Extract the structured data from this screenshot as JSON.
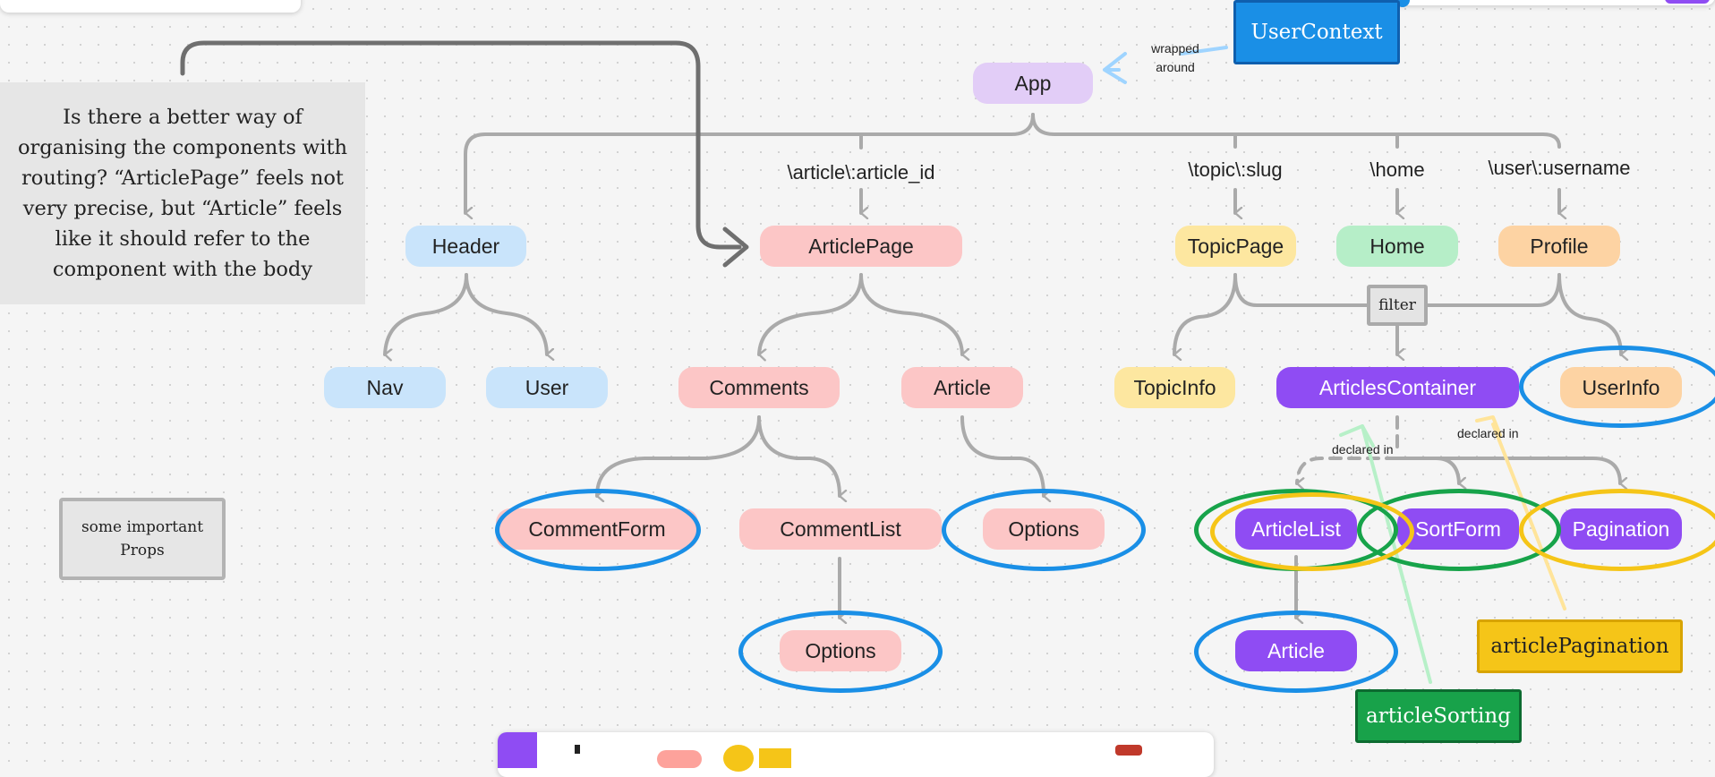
{
  "nodes": {
    "app": "App",
    "header": "Header",
    "article_page": "ArticlePage",
    "topic_page": "TopicPage",
    "home": "Home",
    "profile": "Profile",
    "nav": "Nav",
    "user": "User",
    "comments": "Comments",
    "article": "Article",
    "topic_info": "TopicInfo",
    "articles_container": "ArticlesContainer",
    "user_info": "UserInfo",
    "comment_form": "CommentForm",
    "comment_list": "CommentList",
    "options_article": "Options",
    "article_list": "ArticleList",
    "sort_form": "SortForm",
    "pagination": "Pagination",
    "options_comment": "Options",
    "article_item": "Article"
  },
  "routes": {
    "article": "\\article\\:article_id",
    "topic": "\\topic\\:slug",
    "home": "\\home",
    "user": "\\user\\:username"
  },
  "labels": {
    "wrapped_line1": "wrapped",
    "wrapped_line2": "around",
    "filter": "filter",
    "declared_in_1": "declared in",
    "declared_in_2": "declared in"
  },
  "stickies": {
    "user_context": "UserContext",
    "question": "Is there a better way of organising the components with routing? “ArticlePage” feels not very precise, but “Article” feels like it should refer to the component with the body",
    "props_note": "some important Props",
    "article_pagination": "articlePagination",
    "article_sorting": "articleSorting"
  },
  "colors": {
    "connector": "#aaaaaa",
    "dark_connector": "#6f6f6f",
    "prop_ring_blue": "#1a8fe6",
    "state_ring_green": "#17a34a",
    "state_ring_yellow": "#f5c518"
  }
}
